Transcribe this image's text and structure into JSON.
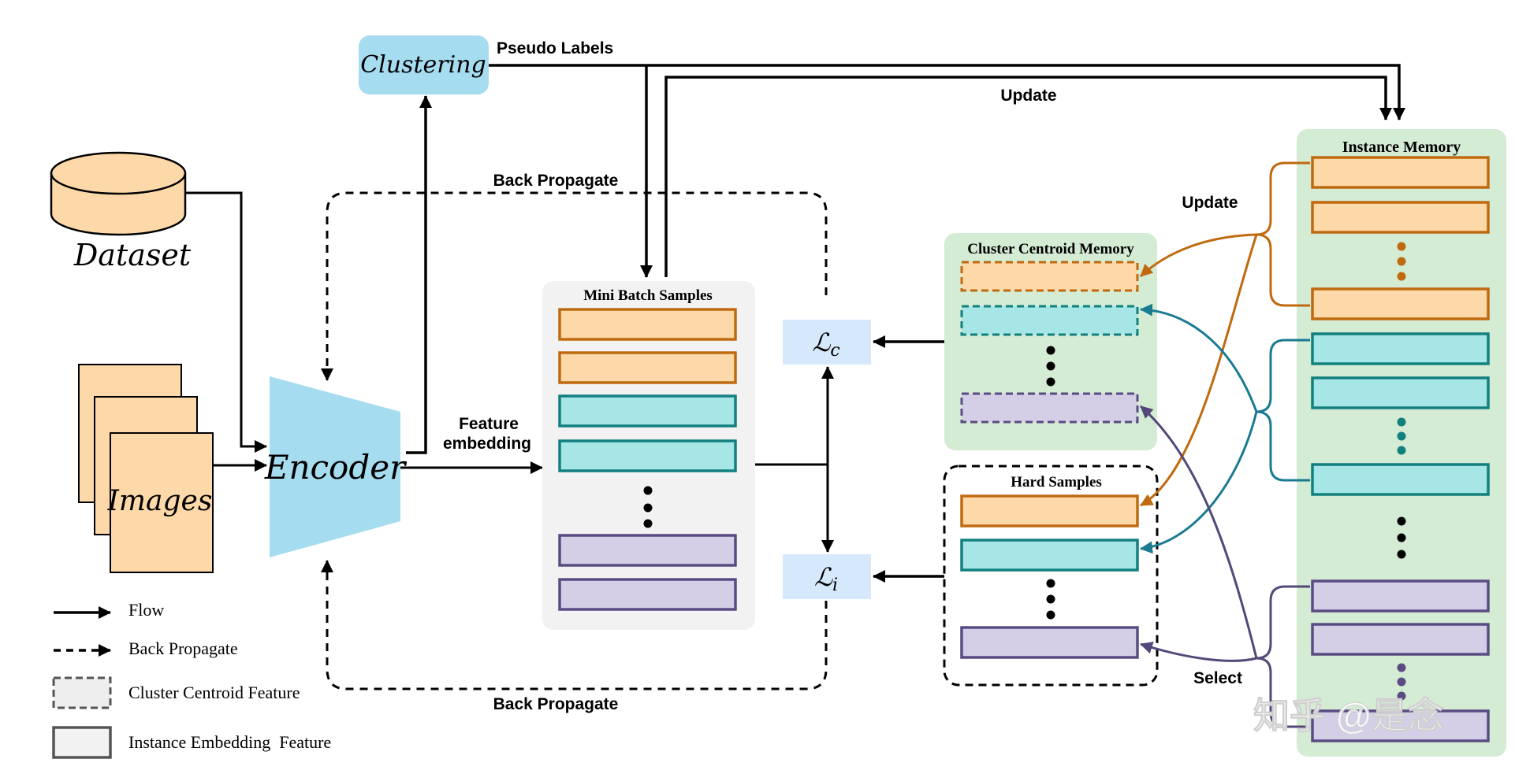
{
  "clustering": {
    "label": "Clustering"
  },
  "pseudo_labels": "Pseudo Labels",
  "update_top": "Update",
  "update_right": "Update",
  "back_propagate_top": "Back Propagate",
  "back_propagate_bottom": "Back Propagate",
  "dataset": {
    "label": "Dataset"
  },
  "images": {
    "label": "Images"
  },
  "encoder": {
    "label": "Encoder"
  },
  "feature_embedding": {
    "line1": "Feature",
    "line2": "embedding"
  },
  "mini_batch": {
    "title": "Mini Batch Samples"
  },
  "loss_c": {
    "symbol": "ℒ",
    "subscript": "c"
  },
  "loss_i": {
    "symbol": "ℒ",
    "subscript": "i"
  },
  "cluster_centroid_memory": {
    "title": "Cluster Centroid Memory"
  },
  "hard_samples": {
    "title": "Hard Samples"
  },
  "instance_memory": {
    "title": "Instance Memory"
  },
  "select": "Select",
  "legend": {
    "flow": "Flow",
    "back_propagate": "Back Propagate",
    "cluster_centroid_feature": "Cluster Centroid Feature",
    "instance_embedding_feature": "Instance Embedding  Feature"
  },
  "watermark": "知乎 @是念",
  "colors": {
    "orange_fill": "#fdd8a8",
    "orange_stroke": "#c06a10",
    "teal_fill": "#a6e6e6",
    "teal_stroke": "#12807f",
    "purple_fill": "#d4cfe6",
    "purple_stroke": "#5a4c82",
    "encoder_blue": "#a6dcf0",
    "loss_bg": "#d6e8fb",
    "memory_green": "#d4ebd4",
    "minibatch_gray": "#f2f2f2",
    "arrow_orange": "#c06a10",
    "arrow_teal": "#1a7a92",
    "arrow_purple": "#54487a"
  }
}
